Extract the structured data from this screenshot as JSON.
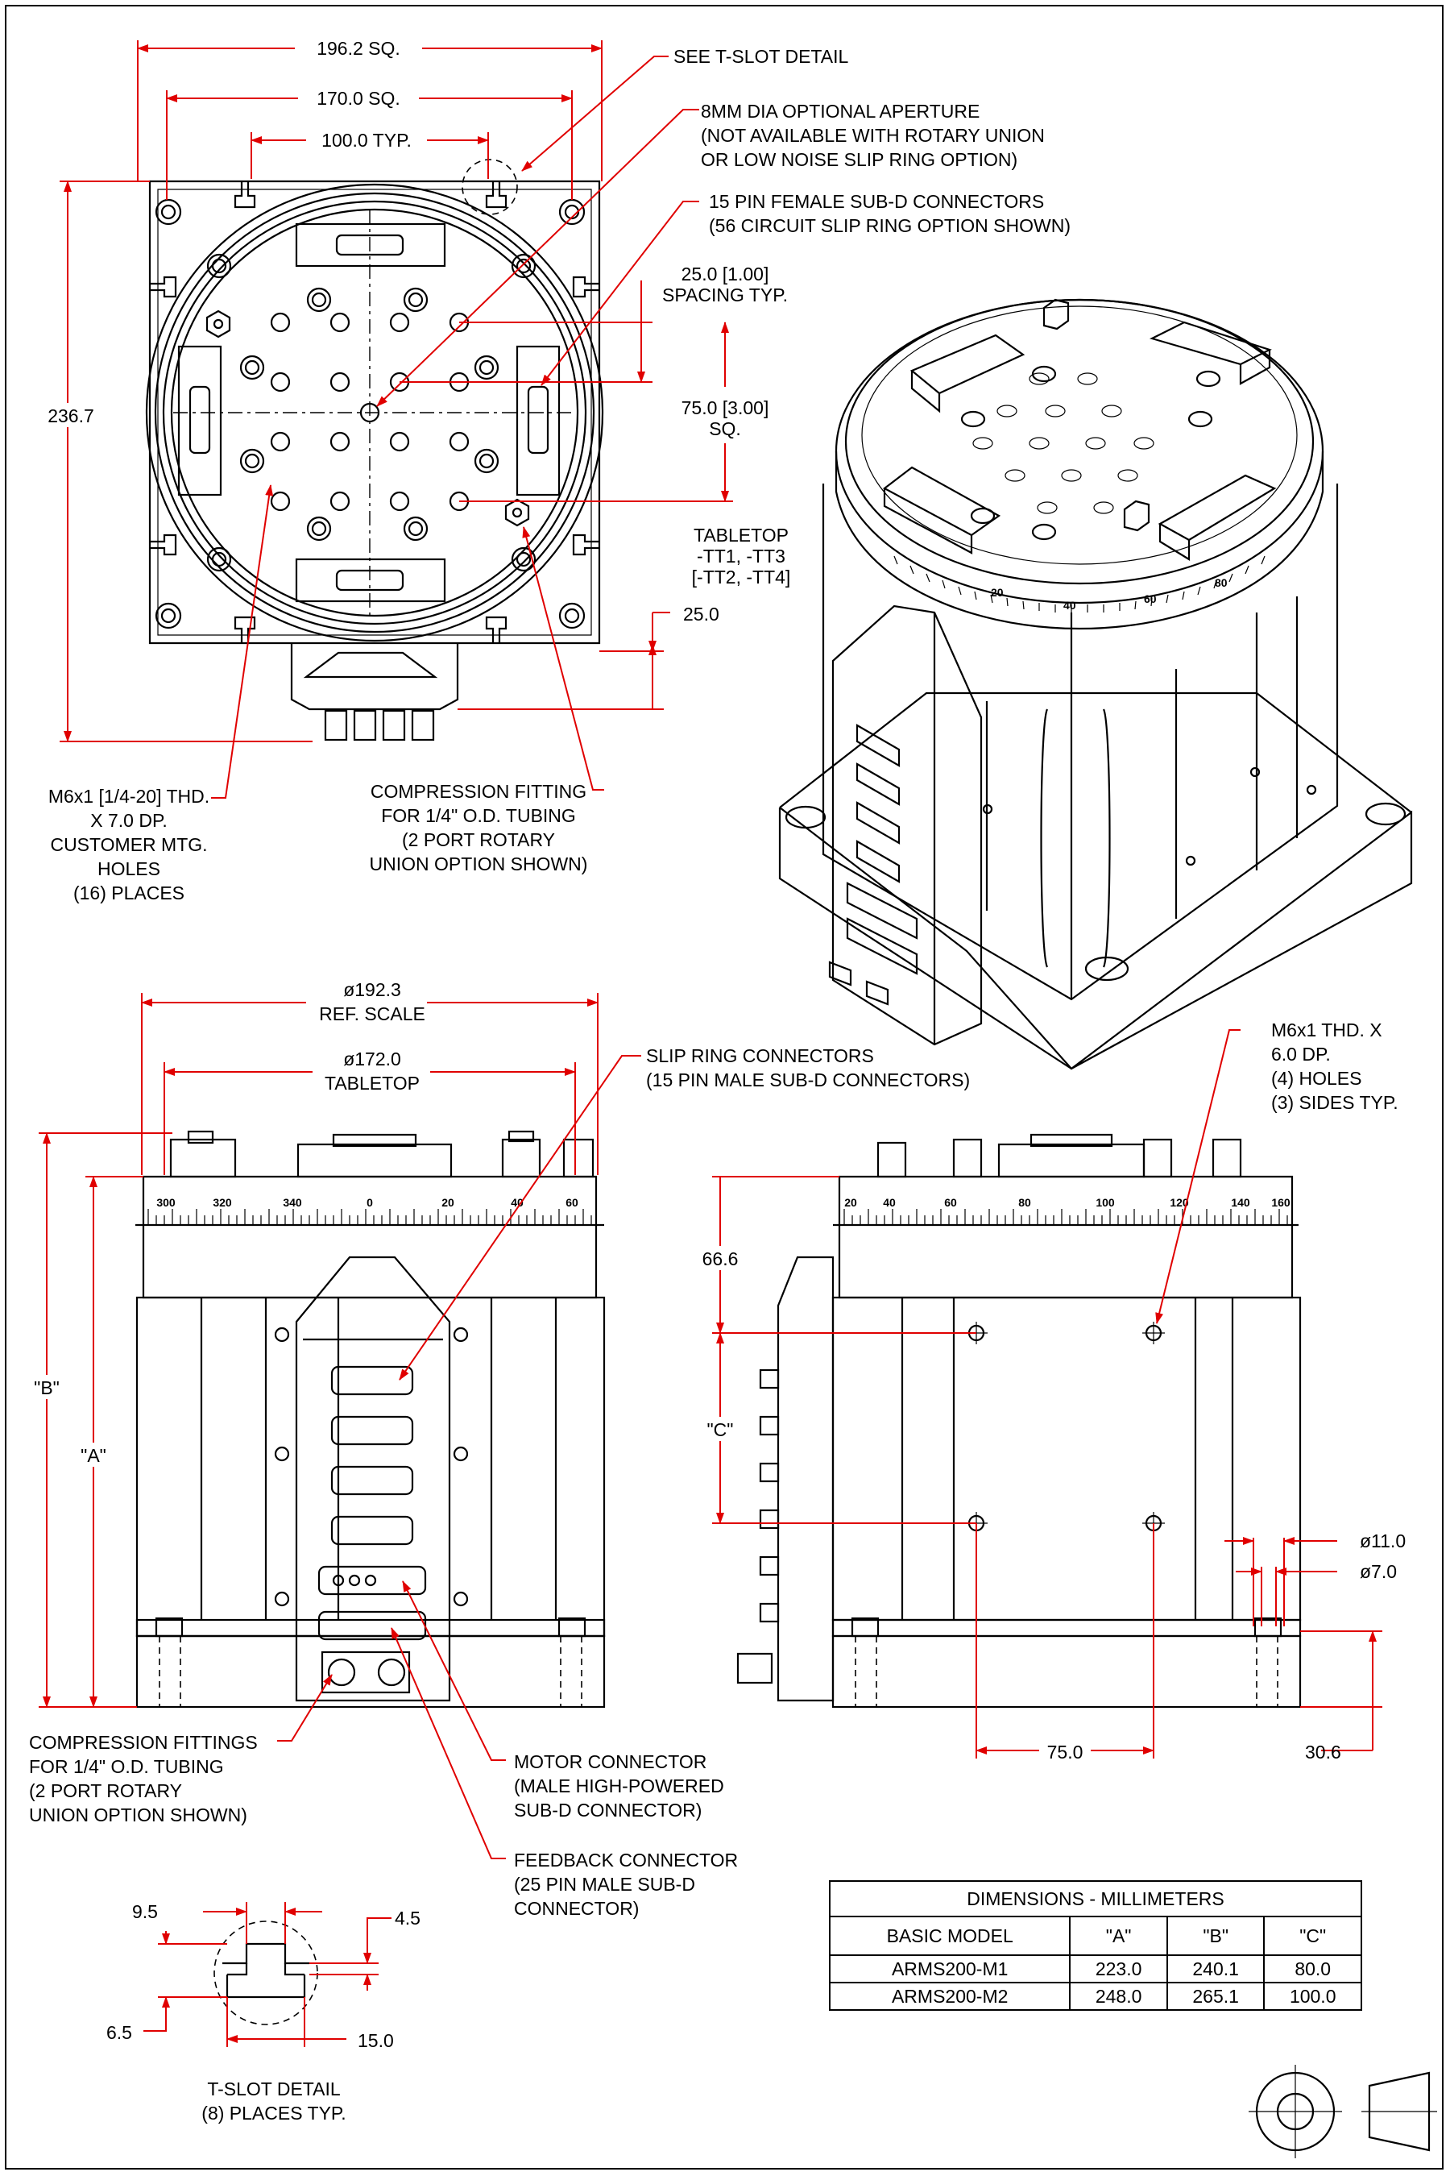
{
  "top_view": {
    "dims": {
      "outer_square": "196.2 SQ.",
      "bolt_square": "170.0 SQ.",
      "typ_spacing": "100.0 TYP.",
      "height_overall": "236.7",
      "grid_spacing": [
        "25.0 [1.00]",
        "SPACING TYP."
      ],
      "grid_square": [
        "75.0 [3.00]",
        "SQ."
      ],
      "tabletop_codes": [
        "TABLETOP",
        "-TT1, -TT3",
        "[-TT2, -TT4]"
      ],
      "fitting_offset": "25.0"
    },
    "callouts": {
      "tslot": "SEE T-SLOT DETAIL",
      "aperture": [
        "8MM DIA OPTIONAL APERTURE",
        "(NOT AVAILABLE WITH ROTARY UNION",
        "OR LOW NOISE SLIP RING OPTION)"
      ],
      "subd": [
        "15 PIN FEMALE SUB-D CONNECTORS",
        "(56 CIRCUIT SLIP RING OPTION SHOWN)"
      ],
      "mounting": [
        "M6x1 [1/4-20] THD.",
        "X 7.0 DP.",
        "CUSTOMER MTG.",
        "HOLES",
        "(16) PLACES"
      ],
      "compression": [
        "COMPRESSION FITTING",
        "FOR 1/4\" O.D. TUBING",
        "(2 PORT ROTARY",
        "UNION OPTION SHOWN)"
      ]
    }
  },
  "front_view": {
    "dims": {
      "ref_scale": [
        "ø192.3",
        "REF. SCALE"
      ],
      "tabletop": [
        "ø172.0",
        "TABLETOP"
      ],
      "b": "\"B\"",
      "a": "\"A\""
    },
    "scale_numbers": [
      "300",
      "320",
      "340",
      "0",
      "20",
      "40",
      "60"
    ],
    "callouts": {
      "slip_ring": [
        "SLIP RING CONNECTORS",
        "(15 PIN MALE SUB-D CONNECTORS)"
      ],
      "compression": [
        "COMPRESSION FITTINGS",
        "FOR 1/4\" O.D. TUBING",
        "(2 PORT ROTARY",
        "UNION OPTION SHOWN)"
      ],
      "motor": [
        "MOTOR CONNECTOR",
        "(MALE HIGH-POWERED",
        "SUB-D CONNECTOR)"
      ],
      "feedback": [
        "FEEDBACK CONNECTOR",
        "(25 PIN MALE SUB-D",
        "CONNECTOR)"
      ]
    }
  },
  "side_view": {
    "dims": {
      "top_offset": "66.6",
      "c": "\"C\"",
      "hole_spacing": "75.0",
      "bottom_offset": "30.6",
      "cbore_dia": "ø11.0",
      "hole_dia": "ø7.0"
    },
    "scale_numbers": [
      "20",
      "40",
      "60",
      "80",
      "100",
      "120",
      "140",
      "160"
    ],
    "callouts": {
      "holes": [
        "M6x1 THD. X",
        "6.0 DP.",
        "(4) HOLES",
        "(3) SIDES TYP."
      ]
    }
  },
  "iso_view": {
    "scale_numbers": [
      "20",
      "40",
      "60",
      "80"
    ]
  },
  "tslot_detail": {
    "dims": {
      "left_width": "9.5",
      "right_depth": "4.5",
      "bottom_depth": "6.5",
      "overall": "15.0"
    },
    "title": [
      "T-SLOT DETAIL",
      "(8) PLACES TYP."
    ]
  },
  "dimension_table": {
    "title": "DIMENSIONS - MILLIMETERS",
    "headers": [
      "BASIC MODEL",
      "\"A\"",
      "\"B\"",
      "\"C\""
    ],
    "rows": [
      [
        "ARMS200-M1",
        "223.0",
        "240.1",
        "80.0"
      ],
      [
        "ARMS200-M2",
        "248.0",
        "265.1",
        "100.0"
      ]
    ]
  },
  "colors": {
    "line": "#000000",
    "dimension": "#e00000",
    "background": "#ffffff"
  }
}
